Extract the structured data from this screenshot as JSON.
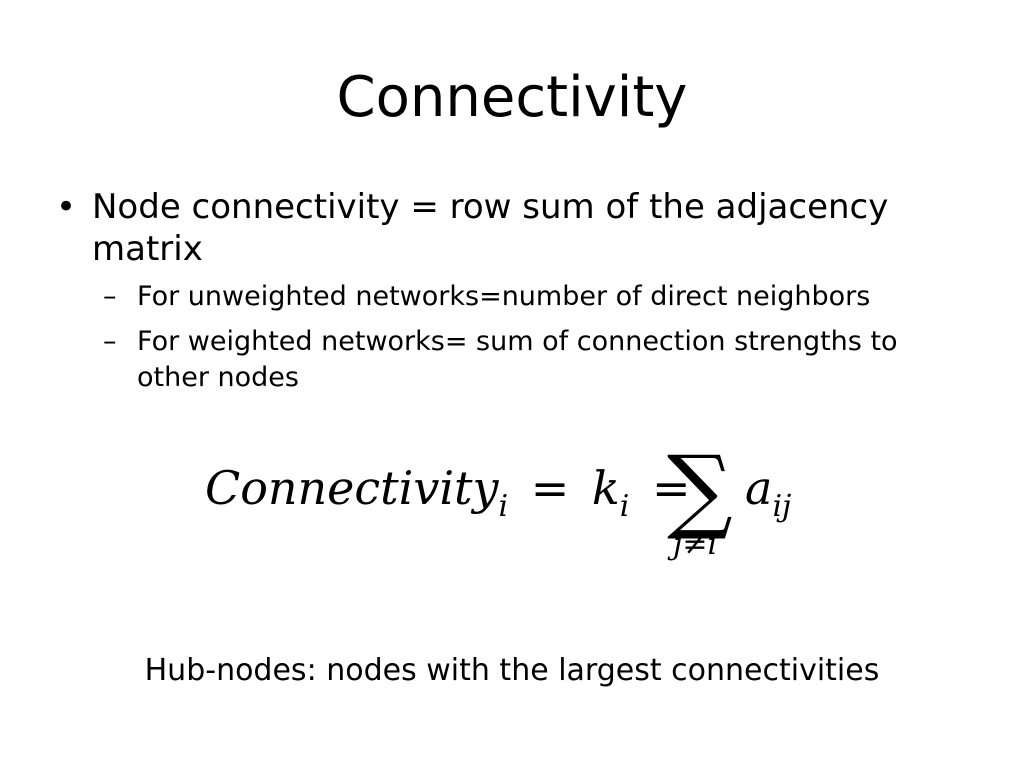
{
  "slide": {
    "title": "Connectivity",
    "bullets": [
      {
        "marker": "•",
        "text": "Node connectivity = row sum of the adjacency matrix",
        "subbullets": [
          {
            "marker": "–",
            "text": "For unweighted networks=number of direct neighbors"
          },
          {
            "marker": "–",
            "text": "For weighted networks= sum of connection strengths to other nodes"
          }
        ]
      }
    ],
    "formula": {
      "lhs": "Connectivity",
      "lhs_sub": "i",
      "eq1": "=",
      "k": "k",
      "k_sub": "i",
      "eq2": "=",
      "sum_symbol": "∑",
      "sum_index_j": "j",
      "sum_index_neq": "≠",
      "sum_index_i": "i",
      "term": "a",
      "term_sub": "ij"
    },
    "footer_note": "Hub-nodes: nodes with the largest connectivities"
  }
}
